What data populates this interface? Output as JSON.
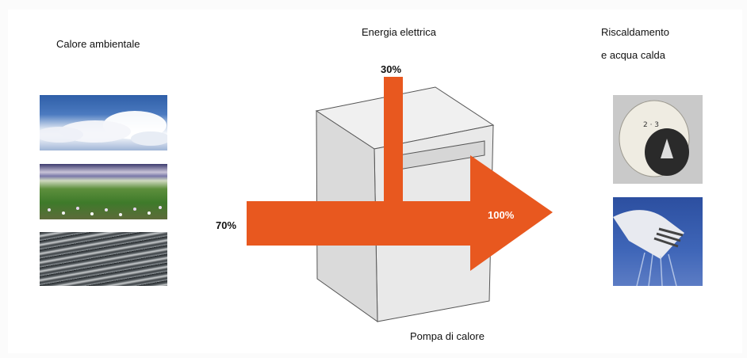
{
  "labels": {
    "ambient_heat": "Calore ambientale",
    "electric_energy": "Energia elettrica",
    "heating_line1": "Riscaldamento",
    "heating_line2": "e acqua calda",
    "heat_pump": "Pompa di calore"
  },
  "percentages": {
    "ambient": "70%",
    "electric": "30%",
    "output": "100%"
  },
  "images": [
    {
      "name": "sky-clouds-photo",
      "subject": "blue sky with white clouds"
    },
    {
      "name": "meadow-photo",
      "subject": "green meadow with flowers"
    },
    {
      "name": "water-photo",
      "subject": "rippled water surface"
    },
    {
      "name": "thermostat-valve-photo",
      "subject": "radiator thermostatic valve"
    },
    {
      "name": "shower-head-photo",
      "subject": "shower head with water"
    }
  ],
  "colors": {
    "arrow": "#e8581f",
    "box_fill": "#e6e6e6",
    "box_stroke": "#555555"
  }
}
